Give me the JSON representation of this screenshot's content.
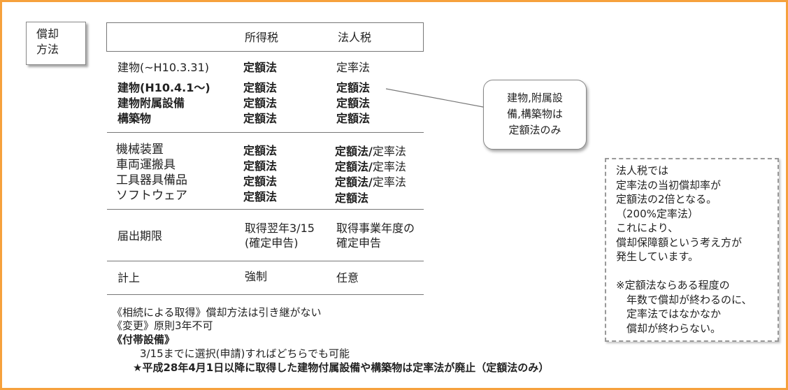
{
  "tag": {
    "line1": "償却",
    "line2": "方法"
  },
  "header": {
    "income_tax": "所得税",
    "corporate_tax": "法人税"
  },
  "rows": {
    "building_old": {
      "label": "建物(~H10.3.31)",
      "income": "定額法",
      "corporate": "定率法"
    },
    "building_new": {
      "label": "建物(H10.4.1～)",
      "income": "定額法",
      "corporate": "定額法"
    },
    "building_equipment": {
      "label": "建物附属設備",
      "income": "定額法",
      "corporate": "定額法"
    },
    "structures": {
      "label": "構築物",
      "income": "定額法",
      "corporate": "定額法"
    },
    "machinery": {
      "label": "機械装置",
      "income": "定額法",
      "corporate_a": "定額法/",
      "corporate_b": "定率法"
    },
    "vehicles": {
      "label": "車両運搬具",
      "income": "定額法",
      "corporate_a": "定額法/",
      "corporate_b": "定率法"
    },
    "tools": {
      "label": "工具器具備品",
      "income": "定額法",
      "corporate_a": "定額法/",
      "corporate_b": "定率法"
    },
    "software": {
      "label": "ソフトウェア",
      "income": "定額法",
      "corporate": "定額法"
    },
    "deadline": {
      "label": "届出期限",
      "income_1": "取得翌年3/15",
      "income_2": "(確定申告)",
      "corporate_1": "取得事業年度の",
      "corporate_2": "確定申告"
    },
    "booking": {
      "label": "計上",
      "income": "強制",
      "corporate": "任意"
    }
  },
  "callout": {
    "line1": "建物,附属設",
    "line2": "備,構築物は",
    "line3": "定額法のみ"
  },
  "note": {
    "lines": [
      "法人税では",
      "定率法の当初償却率が",
      "定額法の2倍となる。",
      "（200%定率法）",
      "これにより、",
      "償却保障額という考え方が",
      "発生しています。",
      "",
      "※定額法ならある程度の",
      "　年数で償却が終わるのに、",
      "　定率法ではなかなか",
      "　償却が終わらない。"
    ]
  },
  "footnotes": {
    "inheritance": "《相続による取得》償却方法は引き継がない",
    "change": "《変更》原則3年不可",
    "accessory_title": "《付帯設備》",
    "accessory_body": "3/15までに選択(申請)すればどちらでも可能",
    "star_note": "★平成28年4月1日以降に取得した建物付属設備や構築物は定率法が廃止（定額法のみ）"
  }
}
